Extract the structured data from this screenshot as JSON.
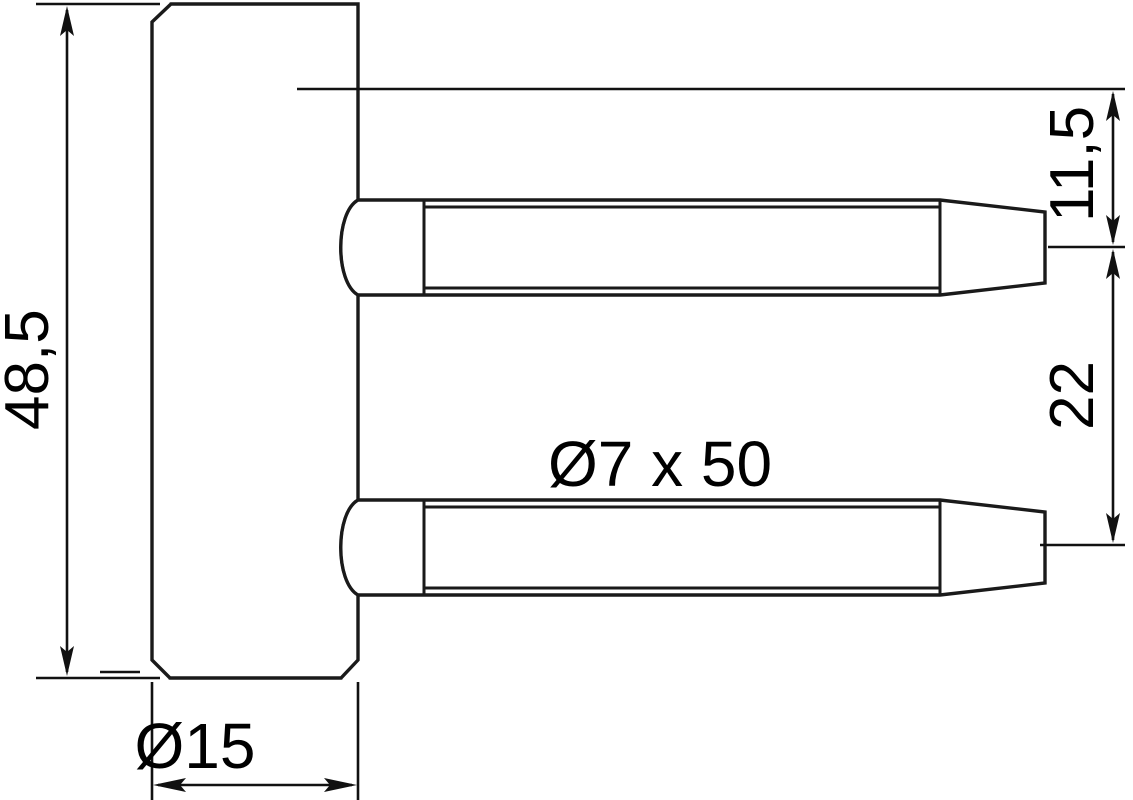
{
  "drawing": {
    "title": "Door hinge pin technical drawing",
    "background_color": "#ffffff",
    "line_color": "#1a1a1a",
    "dimension_color": "#111111",
    "dimensions": {
      "height_overall": "48,5",
      "plate_width": "Ø15",
      "pin_spec": "Ø7 x 50",
      "top_offset": "11,5",
      "pin_spacing": "22"
    },
    "labels": {
      "height_overall_name": "overall-height-dimension",
      "plate_width_name": "plate-diameter-dimension",
      "pin_spec_name": "pin-diameter-length-callout",
      "top_offset_name": "top-offset-dimension",
      "pin_spacing_name": "pin-spacing-dimension"
    },
    "units": "mm"
  }
}
